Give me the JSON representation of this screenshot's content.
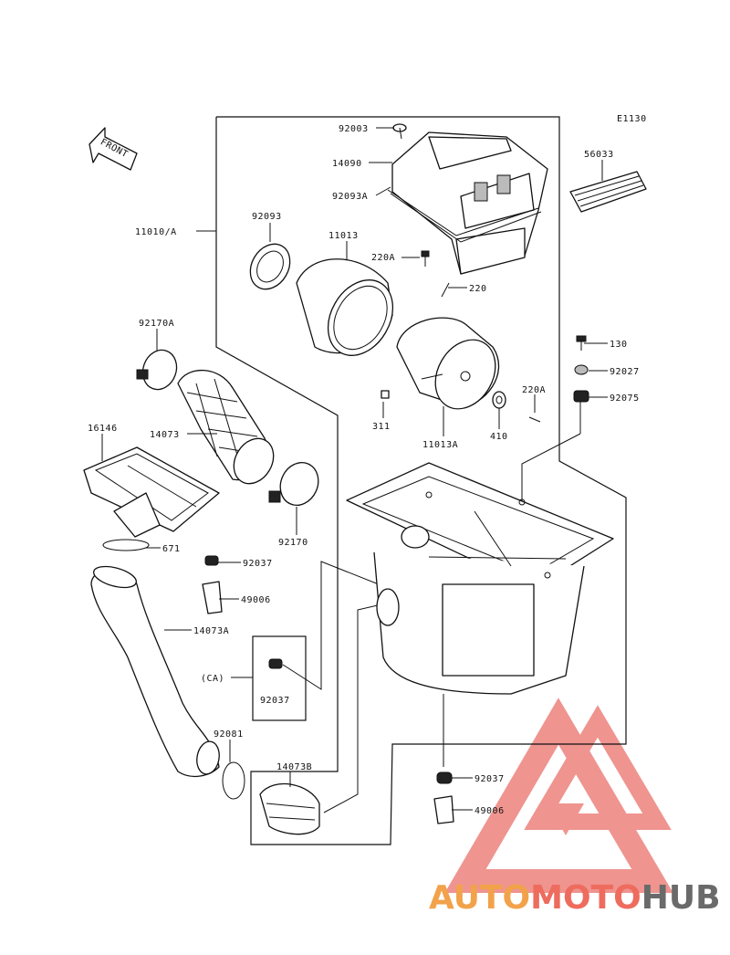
{
  "diagram": {
    "ref_code": "E1130",
    "front_label": "FRONT",
    "labels": {
      "p92003": "92003",
      "p14090": "14090",
      "p92093A": "92093A",
      "p56033": "56033",
      "p11010A": "11010/A",
      "p92093": "92093",
      "p11013": "11013",
      "p220A_top": "220A",
      "p220": "220",
      "p92170A": "92170A",
      "p130": "130",
      "p92027": "92027",
      "p92075": "92075",
      "p220A_right": "220A",
      "p311": "311",
      "p11013A": "11013A",
      "p410": "410",
      "p16146": "16146",
      "p14073": "14073",
      "p92170": "92170",
      "p671": "671",
      "p92037_a": "92037",
      "p49006_a": "49006",
      "p14073A": "14073A",
      "pCA": "(CA)",
      "p92037_ca": "92037",
      "p92081": "92081",
      "p14073B": "14073B",
      "p92037_b": "92037",
      "p49006_b": "49006"
    }
  },
  "watermark": {
    "part1": "AUTO",
    "part2": "MOTO",
    "part3": "HUB",
    "color_light": "#f2a24a",
    "color_mid": "#ee6c5e",
    "color_dark": "#6a6a6a"
  }
}
